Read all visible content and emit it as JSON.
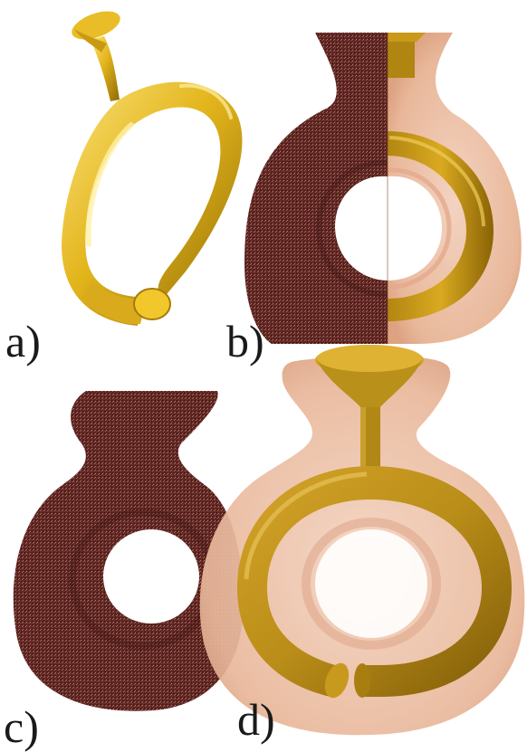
{
  "figure": {
    "panels": [
      {
        "id": "a",
        "label": "a)"
      },
      {
        "id": "b",
        "label": "b)"
      },
      {
        "id": "c",
        "label": "c)"
      },
      {
        "id": "d",
        "label": "d)"
      }
    ],
    "colors": {
      "gold_light": "#f3d24a",
      "gold": "#e0b319",
      "gold_dark": "#9c7407",
      "gold_muted": "#b8901a",
      "mesh": "#6b2a26",
      "mesh_dark": "#4e1e1b",
      "shell": "#e8b396"
    }
  }
}
